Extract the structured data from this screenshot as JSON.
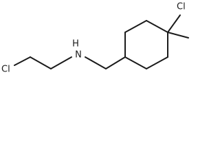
{
  "molecule": {
    "atoms": {
      "cl_left": "Cl",
      "nh": "H",
      "n": "N",
      "cl_right": "Cl"
    }
  }
}
